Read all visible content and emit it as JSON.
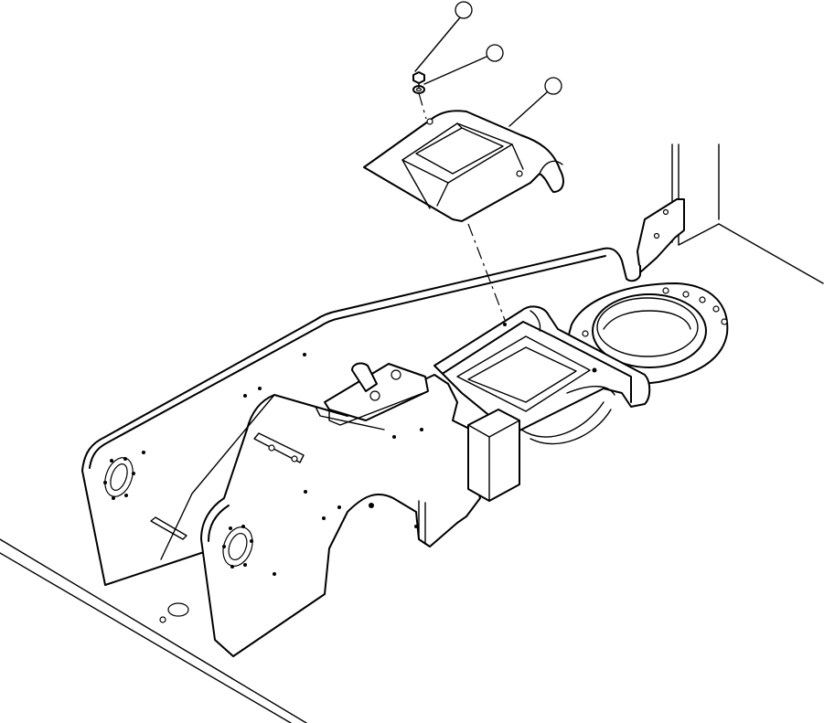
{
  "diagram": {
    "type": "exploded parts illustration",
    "callouts": [
      {
        "id": "callout-1",
        "label": "",
        "part": "bolt"
      },
      {
        "id": "callout-2",
        "label": "",
        "part": "washer"
      },
      {
        "id": "callout-3",
        "label": "",
        "part": "cover plate"
      }
    ],
    "colors": {
      "line": "#000000",
      "background": "#ffffff"
    }
  }
}
